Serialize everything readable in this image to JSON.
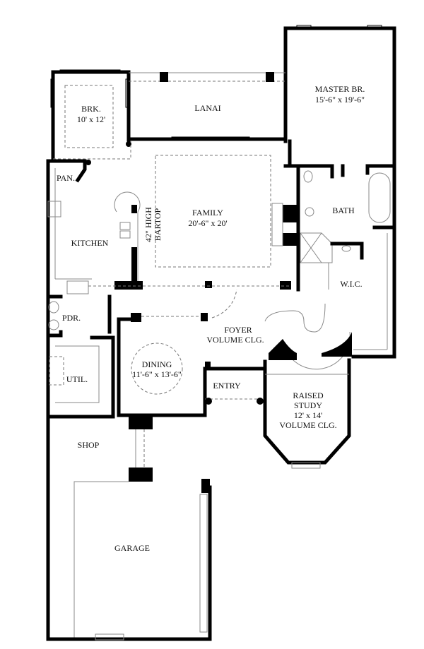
{
  "plan": {
    "rooms": {
      "master": {
        "name": "MASTER BR.",
        "size": "15'-6\" x 19'-6\""
      },
      "brk": {
        "name": "BRK.",
        "size": "10' x 12'"
      },
      "lanai": {
        "name": "LANAI"
      },
      "pantry": {
        "name": "PAN."
      },
      "kitchen": {
        "name": "KITCHEN"
      },
      "bartop": {
        "line1": "42\" HIGH",
        "line2": "BARTOP"
      },
      "family": {
        "name": "FAMILY",
        "size": "20'-6\" x 20'"
      },
      "bath": {
        "name": "BATH"
      },
      "wic": {
        "name": "W.I.C."
      },
      "pdr": {
        "name": "PDR."
      },
      "foyer": {
        "name": "FOYER",
        "note": "VOLUME CLG."
      },
      "util": {
        "name": "UTIL."
      },
      "dining": {
        "name": "DINING",
        "size": "11'-6\" x 13'-6\""
      },
      "entry": {
        "name": "ENTRY"
      },
      "study": {
        "line1": "RAISED",
        "line2": "STUDY",
        "size": "12' x 14'",
        "note": "VOLUME CLG."
      },
      "shop": {
        "name": "SHOP"
      },
      "garage": {
        "name": "GARAGE"
      }
    }
  }
}
